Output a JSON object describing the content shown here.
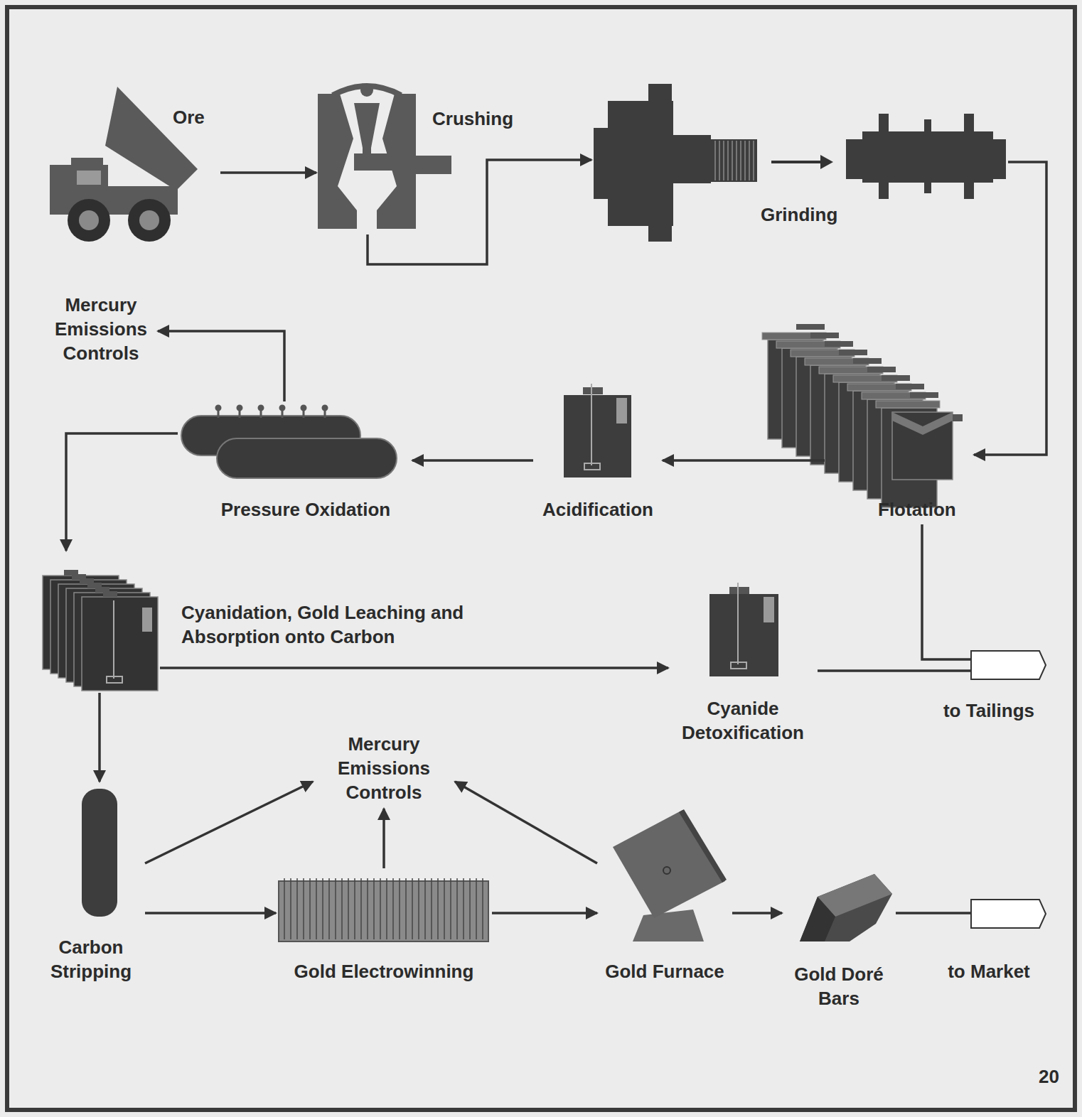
{
  "diagram": {
    "nodes": [
      {
        "text": [
          "Ore"
        ]
      },
      {
        "text": [
          "Crushing"
        ]
      },
      {
        "text": [
          "Grinding"
        ]
      },
      {
        "text": [
          "Flotation"
        ]
      },
      {
        "text": [
          "Acidification"
        ]
      },
      {
        "text": [
          "Pressure Oxidation"
        ]
      },
      {
        "text": [
          "Mercury Emissions Controls"
        ]
      },
      {
        "text": [
          "Cyanidation, Gold Leaching and Absorption onto Carbon"
        ]
      },
      {
        "text": [
          "Cyanide Detoxification"
        ]
      },
      {
        "text": [
          "to Tailings"
        ]
      },
      {
        "text": [
          "Carbon Stripping"
        ]
      },
      {
        "text": [
          "Mercury Emissions Controls"
        ]
      },
      {
        "text": [
          "Gold Electrowinning"
        ]
      },
      {
        "text": [
          "Gold Furnace"
        ]
      },
      {
        "text": [
          "Gold Doré Bars"
        ]
      },
      {
        "text": [
          "to Market"
        ]
      }
    ],
    "edges": [
      {
        "from": 0,
        "to": 1,
        "arrow": "to"
      },
      {
        "from": 1,
        "to": 2,
        "arrow": "to"
      },
      {
        "from": 2,
        "to": 3,
        "arrow": "to"
      },
      {
        "from": 3,
        "to": 4,
        "arrow": "to"
      },
      {
        "from": 4,
        "to": 5,
        "arrow": "to"
      },
      {
        "from": 5,
        "to": 6,
        "arrow": "to"
      },
      {
        "from": 5,
        "to": 7,
        "arrow": "to"
      },
      {
        "from": 7,
        "to": 8,
        "arrow": "to"
      },
      {
        "from": 8,
        "to": 9,
        "arrow": "none"
      },
      {
        "from": 3,
        "to": 9,
        "arrow": "none"
      },
      {
        "from": 7,
        "to": 10,
        "arrow": "to"
      },
      {
        "from": 10,
        "to": 11,
        "arrow": "to"
      },
      {
        "from": 12,
        "to": 11,
        "arrow": "to"
      },
      {
        "from": 13,
        "to": 11,
        "arrow": "to"
      },
      {
        "from": 10,
        "to": 12,
        "arrow": "to"
      },
      {
        "from": 12,
        "to": 13,
        "arrow": "to"
      },
      {
        "from": 13,
        "to": 14,
        "arrow": "to"
      },
      {
        "from": 14,
        "to": 15,
        "arrow": "none"
      }
    ],
    "labels": [
      "20"
    ]
  }
}
